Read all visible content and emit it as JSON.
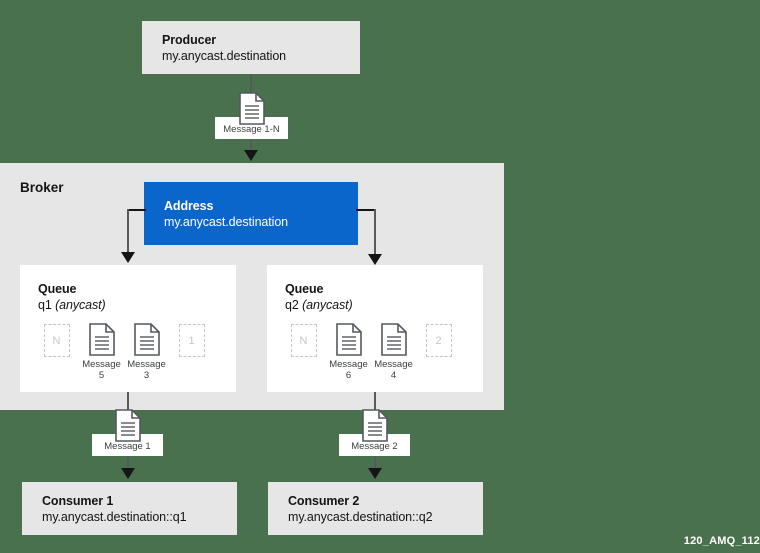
{
  "diagram": {
    "background_color": "#4a714d",
    "watermark": "120_AMQ_112"
  },
  "producer": {
    "title": "Producer",
    "subtitle": "my.anycast.destination"
  },
  "producer_message": {
    "label": "Message 1-N",
    "icon": "document-icon"
  },
  "broker": {
    "label": "Broker",
    "address": {
      "title": "Address",
      "subtitle": "my.anycast.destination",
      "color": "#0b66cc"
    },
    "queues": [
      {
        "title": "Queue",
        "name": "q1",
        "routing_type": "(anycast)",
        "slots": [
          {
            "kind": "ghost",
            "label": "N",
            "caption": ""
          },
          {
            "kind": "message",
            "label": "",
            "caption": "Message\n5"
          },
          {
            "kind": "message",
            "label": "",
            "caption": "Message\n3"
          },
          {
            "kind": "ghost",
            "label": "1",
            "caption": ""
          }
        ]
      },
      {
        "title": "Queue",
        "name": "q2",
        "routing_type": "(anycast)",
        "slots": [
          {
            "kind": "ghost",
            "label": "N",
            "caption": ""
          },
          {
            "kind": "message",
            "label": "",
            "caption": "Message\n6"
          },
          {
            "kind": "message",
            "label": "",
            "caption": "Message\n4"
          },
          {
            "kind": "ghost",
            "label": "2",
            "caption": ""
          }
        ]
      }
    ]
  },
  "delivered_messages": [
    {
      "label": "Message 1",
      "icon": "document-icon"
    },
    {
      "label": "Message 2",
      "icon": "document-icon"
    }
  ],
  "consumers": [
    {
      "title": "Consumer 1",
      "subtitle": "my.anycast.destination::q1"
    },
    {
      "title": "Consumer 2",
      "subtitle": "my.anycast.destination::q2"
    }
  ]
}
